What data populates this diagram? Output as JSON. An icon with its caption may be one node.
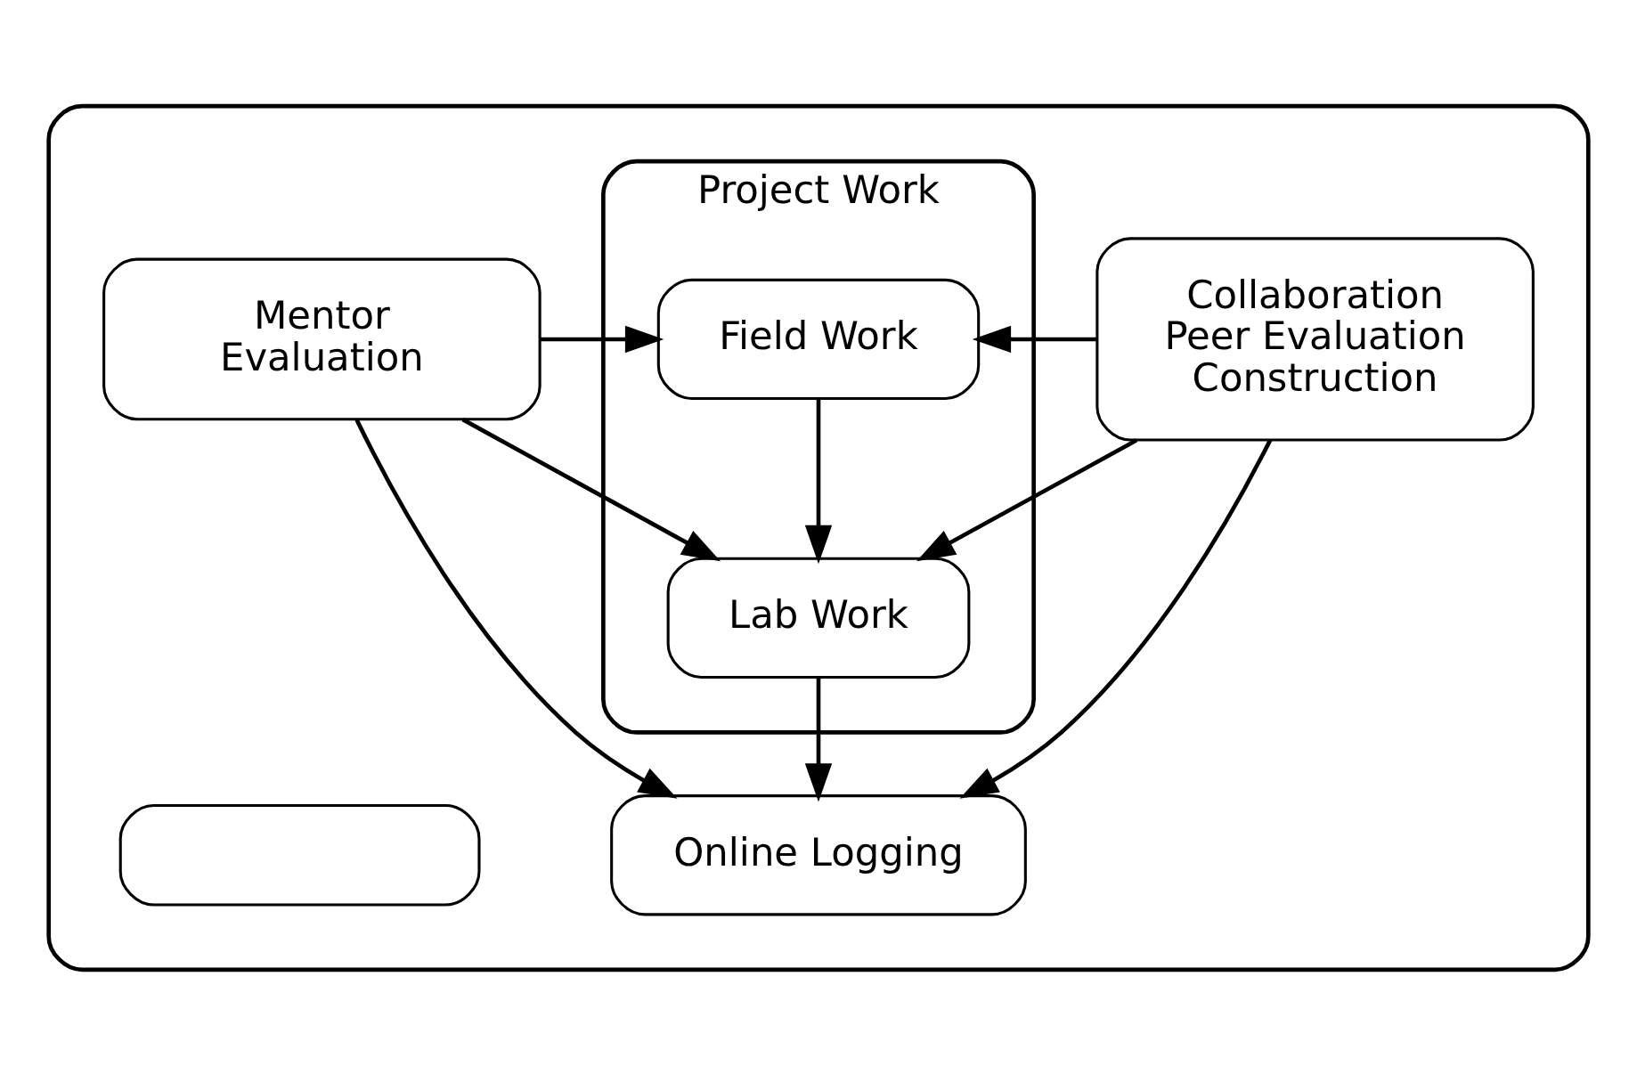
{
  "diagram": {
    "nodes": [
      {
        "text": [],
        "shape": "box"
      },
      {
        "text": [
          "Project Work"
        ],
        "in": 0
      },
      {
        "text": [
          "Field Work"
        ],
        "in": 1
      },
      {
        "text": [
          "Lab Work"
        ],
        "in": 1
      },
      {
        "text": [
          "Collaboration Peer Evaluation Construction"
        ],
        "in": 0
      },
      {
        "text": [
          "Mentor Evaluation"
        ],
        "in": 0
      },
      {
        "text": [
          "Online Logging"
        ],
        "in": 0
      },
      {
        "text": [],
        "shape": "box",
        "in": 0
      }
    ],
    "edges": [
      {
        "from": 2,
        "to": 3,
        "arrow": "to"
      },
      {
        "from": 4,
        "to": 2,
        "arrow": "to"
      },
      {
        "from": 4,
        "to": 3,
        "arrow": "to"
      },
      {
        "from": 4,
        "to": 6,
        "arrow": "to"
      },
      {
        "from": 5,
        "to": 2,
        "arrow": "to"
      },
      {
        "from": 5,
        "to": 3,
        "arrow": "to"
      },
      {
        "from": 5,
        "to": 6,
        "arrow": "to"
      },
      {
        "from": 3,
        "to": 6,
        "arrow": "to"
      }
    ]
  }
}
